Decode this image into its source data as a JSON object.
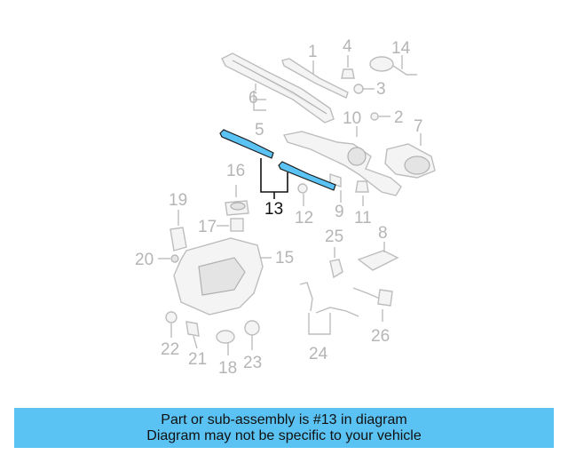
{
  "diagram": {
    "highlight_color": "#5bc3f4",
    "callouts": {
      "c1": "1",
      "c2": "2",
      "c3": "3",
      "c4": "4",
      "c5": "5",
      "c6": "6",
      "c7": "7",
      "c8": "8",
      "c9": "9",
      "c10": "10",
      "c11": "11",
      "c12": "12",
      "c13": "13",
      "c14": "14",
      "c15": "15",
      "c16": "16",
      "c17": "17",
      "c18": "18",
      "c19": "19",
      "c20": "20",
      "c21": "21",
      "c22": "22",
      "c23": "23",
      "c24": "24",
      "c25": "25",
      "c26": "26"
    }
  },
  "banner": {
    "line1": "Part or sub-assembly is #13 in diagram",
    "line2": "Diagram may not be specific to your vehicle",
    "color": "#5bc3f4"
  }
}
